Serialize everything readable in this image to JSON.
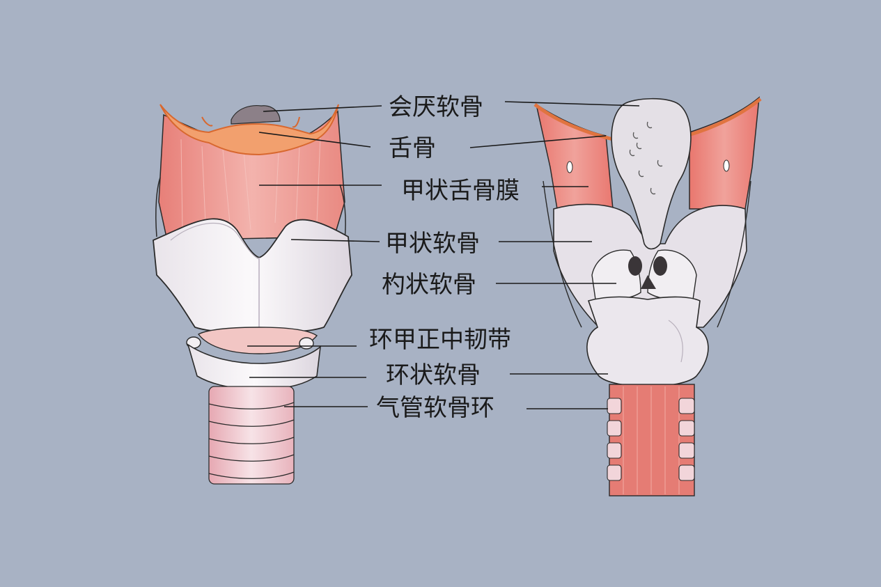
{
  "background_color": "#a8b2c4",
  "colors": {
    "muscle": "#e88a80",
    "muscle_dark": "#d85d55",
    "cartilage": "#f2eff2",
    "cartilage_shade": "#dcd6de",
    "hyoid": "#f0a070",
    "hyoid_edge": "#e07440",
    "epiglottis_gray": "#8c8088",
    "ring_pink": "#f3dbe0",
    "outline": "#2a2a2a"
  },
  "labels": {
    "epiglottis": "会厌软骨",
    "hyoid": "舌骨",
    "thyrohyoid_membrane": "甲状舌骨膜",
    "thyroid_cartilage": "甲状软骨",
    "arytenoid_cartilage": "杓状软骨",
    "median_cricothyroid_ligament": "环甲正中韧带",
    "cricoid_cartilage": "环状软骨",
    "tracheal_rings": "气管软骨环"
  },
  "views": [
    "anterior-view",
    "posterior-view"
  ]
}
